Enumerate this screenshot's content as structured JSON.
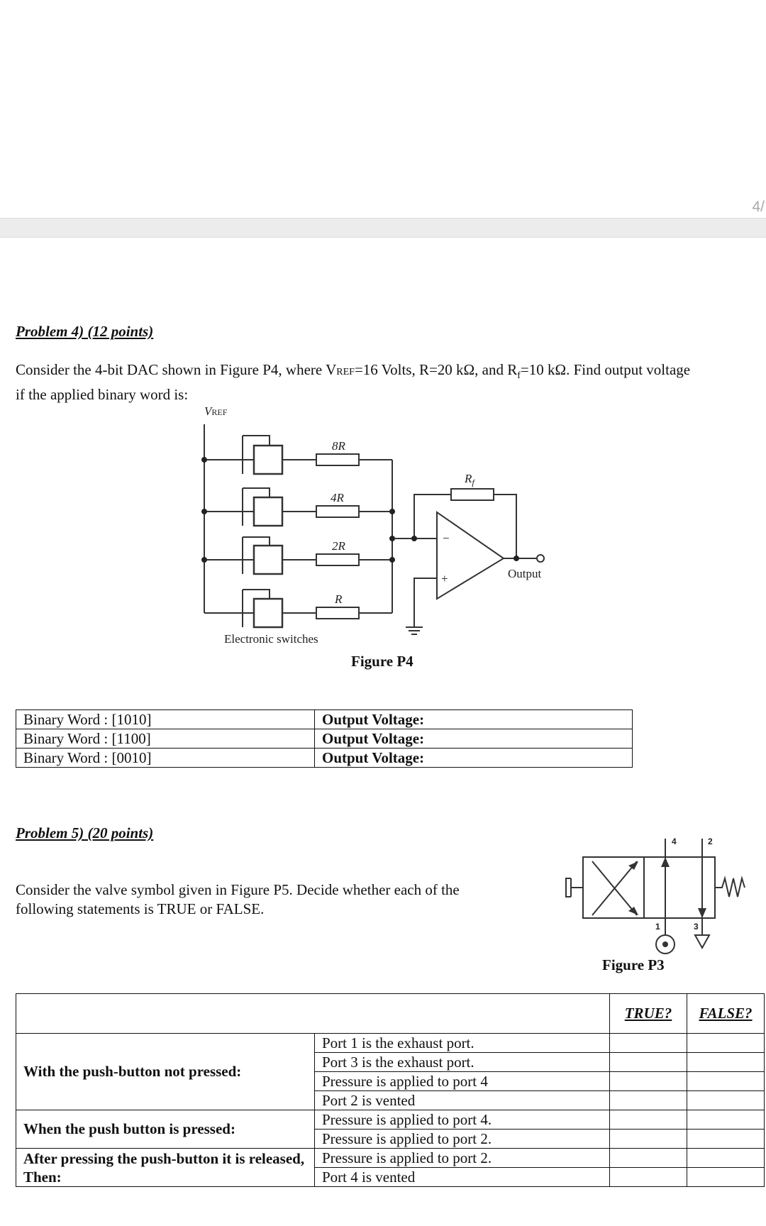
{
  "page_indicator": "4/",
  "problem4": {
    "heading": "Problem 4) (12 points)",
    "text_part1": "Consider the 4-bit DAC shown in Figure P4, where V",
    "text_sub1": "REF",
    "text_part2": "=16 Volts, R=20 kΩ, and R",
    "text_sub2": "f",
    "text_part3": "=10 kΩ. Find output voltage",
    "text_line2": "if the applied binary word is:",
    "figure": {
      "vref_label": "V",
      "vref_sub": "REF",
      "resistors": [
        "8R",
        "4R",
        "2R",
        "R"
      ],
      "rf_label": "R",
      "rf_sub": "f",
      "minus": "−",
      "plus": "+",
      "output_label": "Output",
      "switches_label": "Electronic switches",
      "caption": "Figure P4"
    },
    "table": [
      {
        "word": "Binary Word : [1010]",
        "output": "Output Voltage:"
      },
      {
        "word": "Binary Word : [1100]",
        "output": "Output Voltage:"
      },
      {
        "word": "Binary Word : [0010]",
        "output": "Output Voltage:"
      }
    ]
  },
  "problem5": {
    "heading": "Problem 5) (20 points)",
    "text_line1": "Consider the valve symbol given in Figure P5. Decide whether each of the",
    "text_line2": "following statements is TRUE or FALSE.",
    "figure": {
      "port_labels": [
        "4",
        "2",
        "1",
        "3"
      ],
      "caption": "Figure P3"
    },
    "table": {
      "true_header": "TRUE?",
      "false_header": "FALSE?",
      "groups": [
        {
          "condition": "With the push-button not pressed:",
          "statements": [
            "Port 1 is the exhaust port.",
            "Port 3 is the exhaust port.",
            "Pressure is applied to port 4",
            "Port 2 is vented"
          ]
        },
        {
          "condition": "When the push button is pressed:",
          "statements": [
            "Pressure is applied to port 4.",
            "Pressure is applied to port 2."
          ]
        },
        {
          "condition": "After pressing the push-button it is released, Then:",
          "statements": [
            "Pressure is applied to port 2.",
            "Port 4 is vented"
          ]
        }
      ]
    }
  }
}
